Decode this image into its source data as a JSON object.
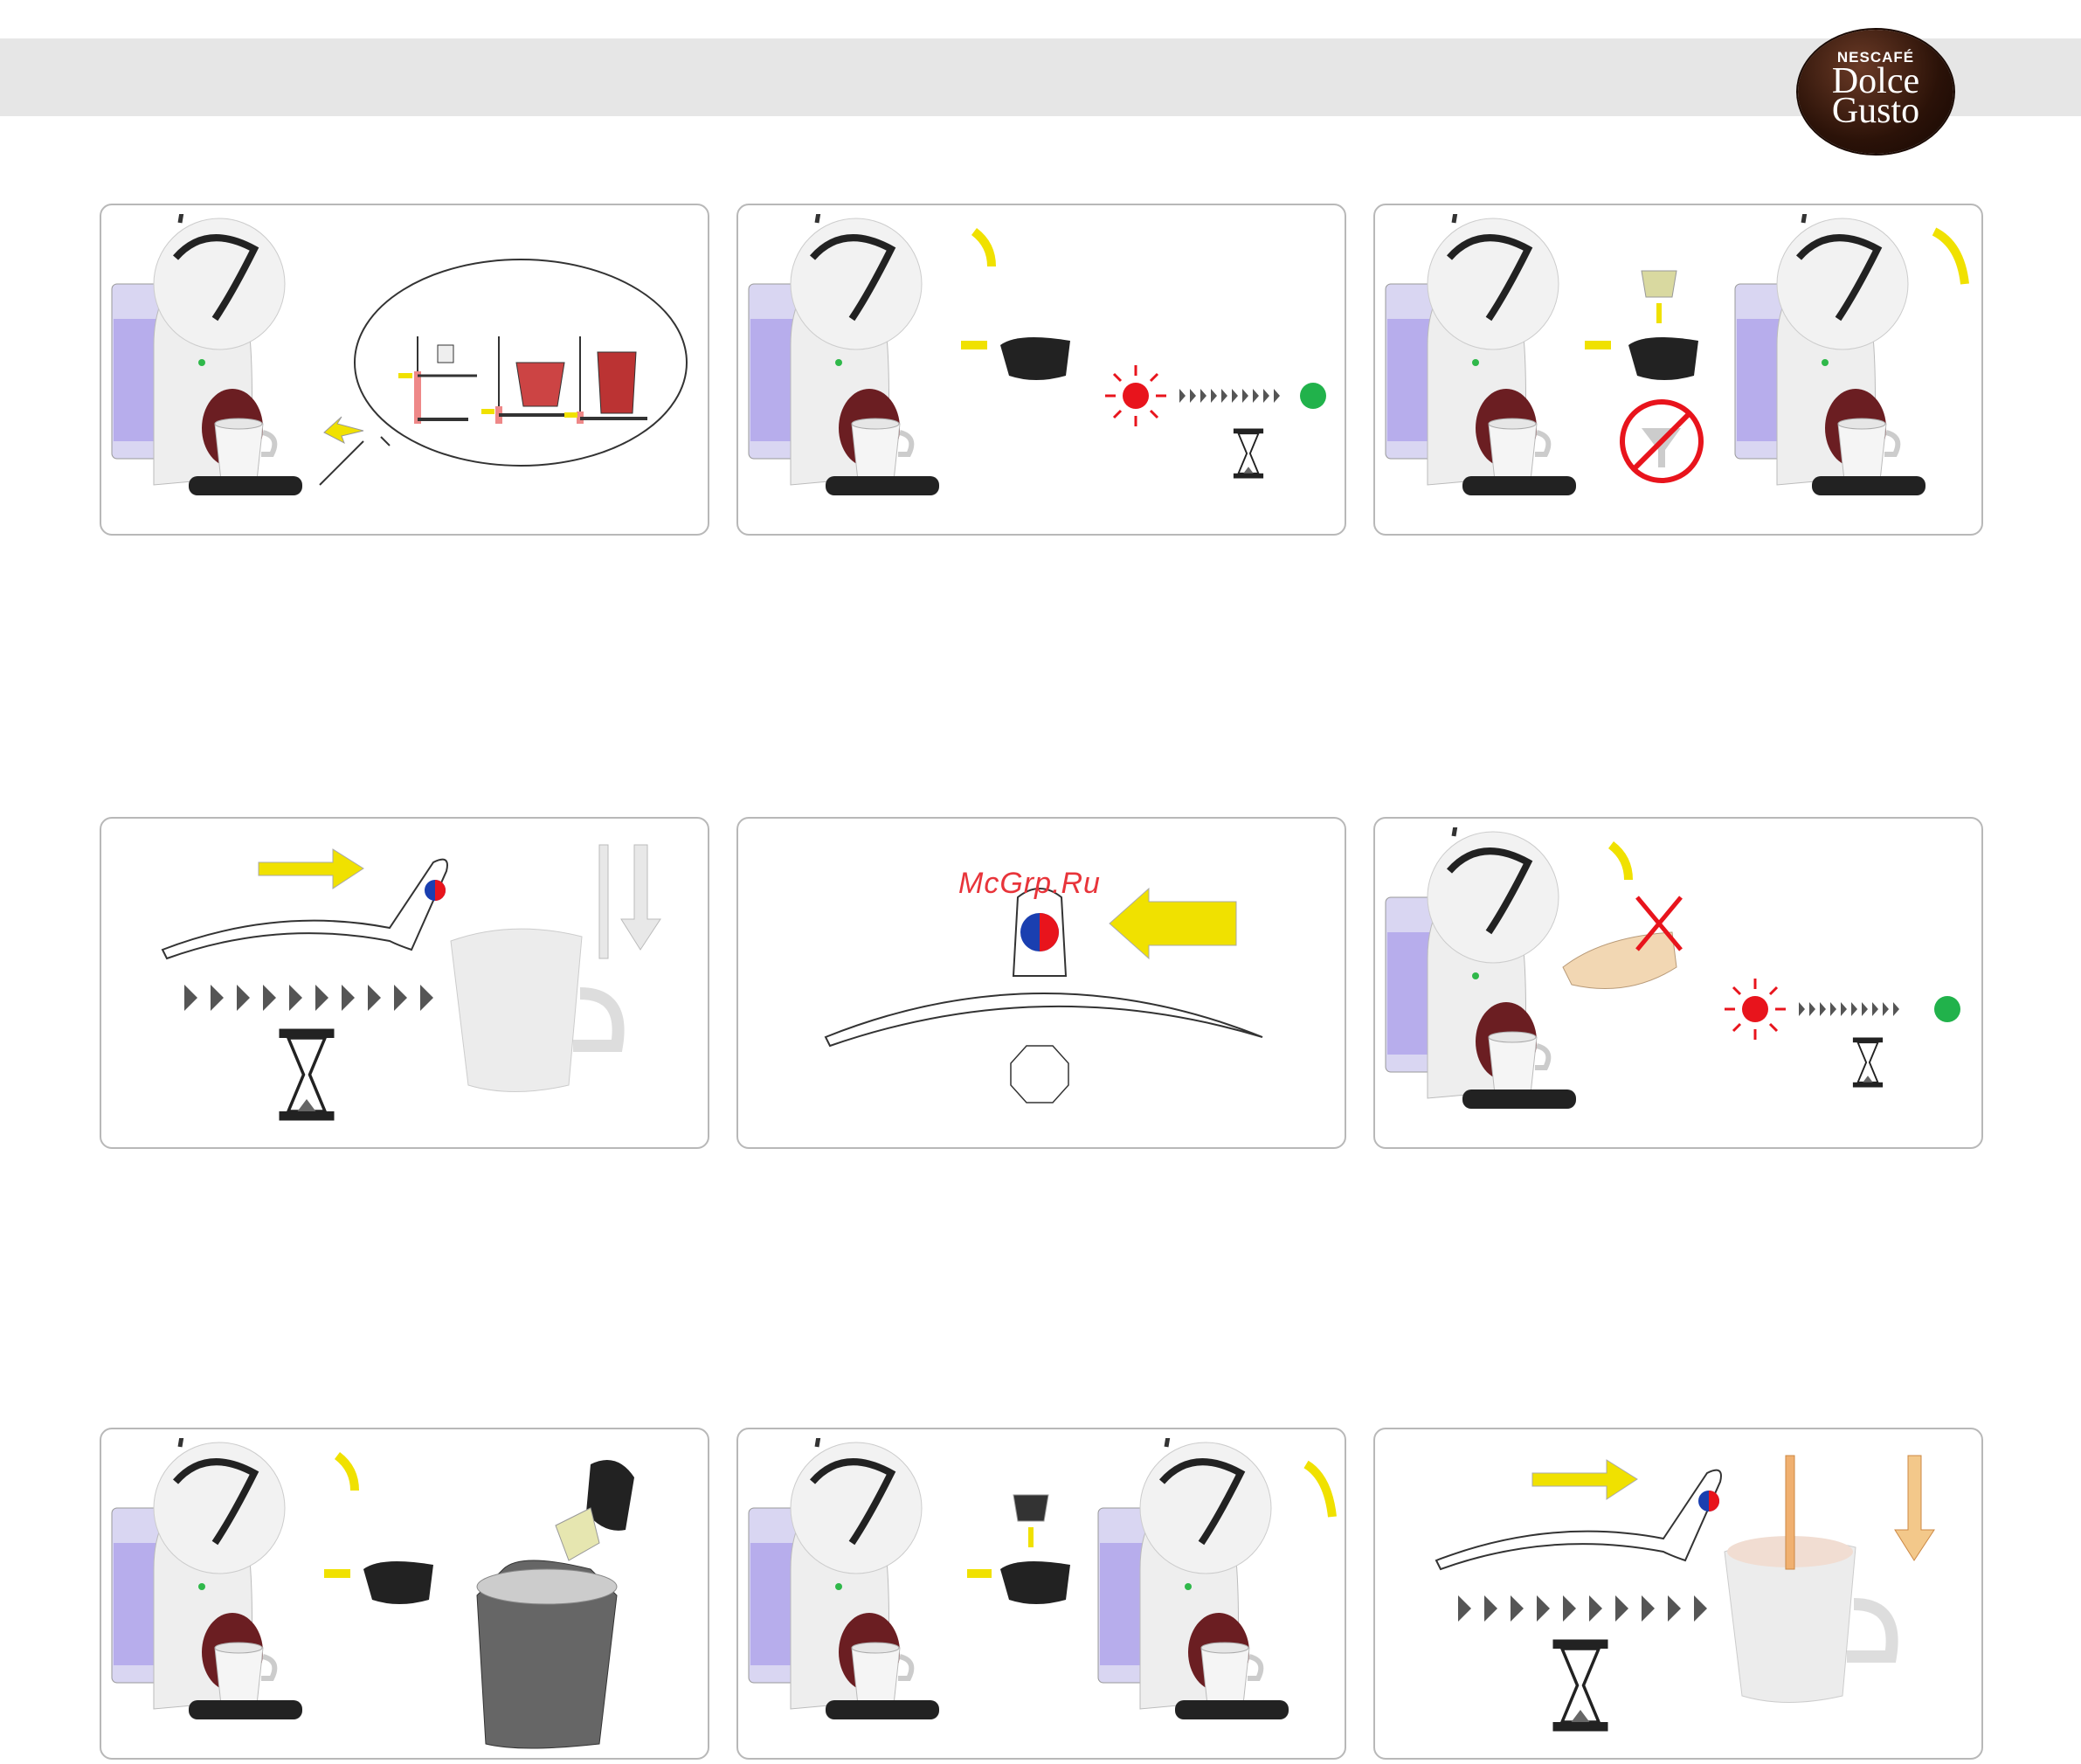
{
  "logo": {
    "brand": "NESCAFÉ",
    "line1": "Dolce",
    "line2": "Gusto"
  },
  "watermark": "McGrp.Ru",
  "colors": {
    "arrow_yellow": "#f0e100",
    "red_light": "#e8141c",
    "green_light": "#21b24b",
    "panel_border": "#b8b8b8",
    "topbar": "#e6e6e6"
  },
  "panels": [
    {
      "id": "adjust-drip-tray"
    },
    {
      "id": "open-lever-insert-holder"
    },
    {
      "id": "insert-capsule-close"
    },
    {
      "id": "move-lever-right"
    },
    {
      "id": "return-lever-center"
    },
    {
      "id": "open-lever-do-not-touch"
    },
    {
      "id": "eject-capsule-bin"
    },
    {
      "id": "insert-second-capsule"
    },
    {
      "id": "move-lever-right-second"
    }
  ]
}
